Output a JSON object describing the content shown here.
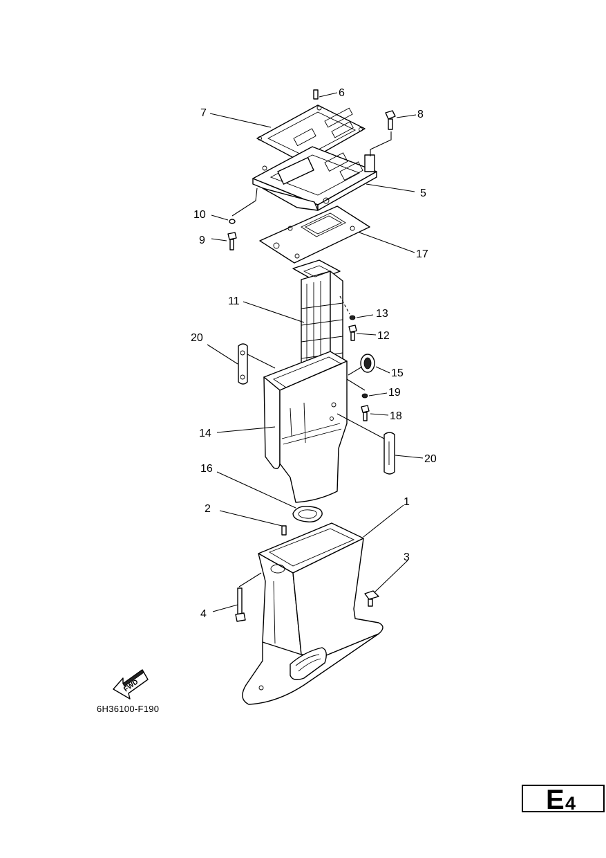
{
  "diagram": {
    "callouts": [
      "6",
      "7",
      "8",
      "5",
      "10",
      "9",
      "17",
      "11",
      "13",
      "12",
      "20",
      "15",
      "19",
      "18",
      "14",
      "20",
      "16",
      "2",
      "1",
      "3",
      "4"
    ],
    "fwd_label": "FWD",
    "reference_code": "6H36100-F190"
  },
  "section": {
    "letter": "E",
    "number": "4"
  }
}
